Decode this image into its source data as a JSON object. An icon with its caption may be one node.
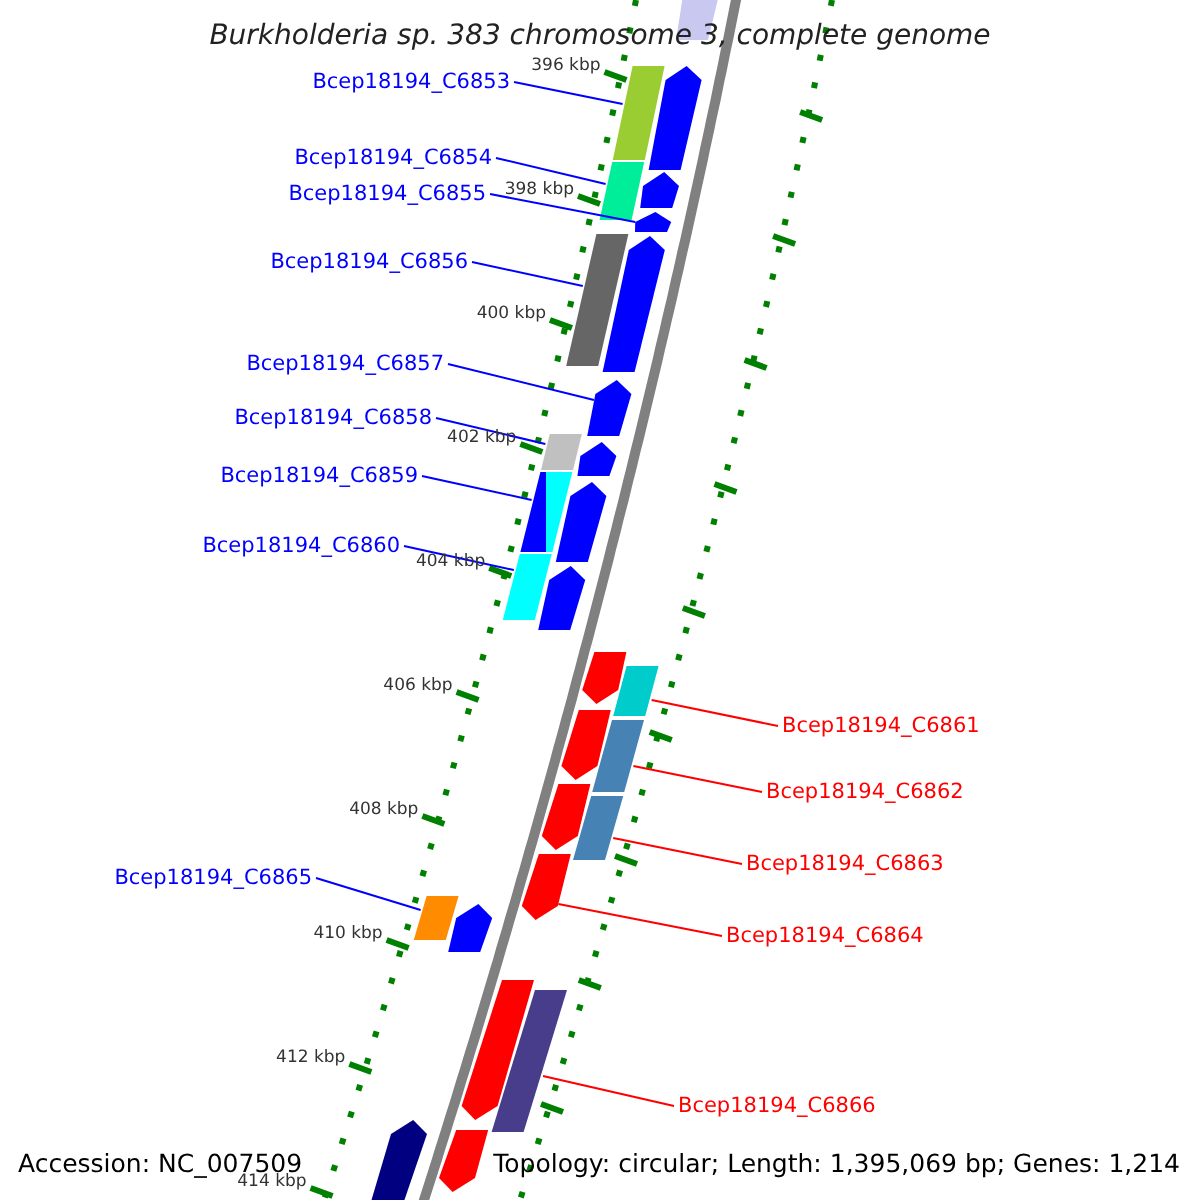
{
  "diagram": {
    "title": "Burkholderia sp. 383 chromosome 3, complete genome",
    "nodes": [
      {
        "text": [
          "Bcep18194_C6853"
        ]
      },
      {
        "text": [
          "Bcep18194_C6854"
        ]
      },
      {
        "text": [
          "Bcep18194_C6855"
        ]
      },
      {
        "text": [
          "Bcep18194_C6856"
        ]
      },
      {
        "text": [
          "Bcep18194_C6857"
        ]
      },
      {
        "text": [
          "Bcep18194_C6858"
        ]
      },
      {
        "text": [
          "Bcep18194_C6859"
        ]
      },
      {
        "text": [
          "Bcep18194_C6860"
        ]
      },
      {
        "text": [
          "Bcep18194_C6861"
        ]
      },
      {
        "text": [
          "Bcep18194_C6862"
        ]
      },
      {
        "text": [
          "Bcep18194_C6863"
        ]
      },
      {
        "text": [
          "Bcep18194_C6864"
        ]
      },
      {
        "text": [
          "Bcep18194_C6865"
        ]
      },
      {
        "text": [
          "Bcep18194_C6866"
        ]
      },
      {
        "text": [],
        "shape": "bar"
      },
      {
        "text": [],
        "shape": "bar"
      },
      {
        "text": [],
        "shape": "pentagon"
      },
      {
        "text": [],
        "shape": "bar"
      },
      {
        "text": [],
        "shape": "pentagon"
      },
      {
        "text": [],
        "shape": "bar"
      },
      {
        "text": [],
        "shape": "bar"
      },
      {
        "text": [],
        "shape": "bar"
      },
      {
        "text": [],
        "shape": "bar"
      },
      {
        "text": [],
        "shape": "bar"
      },
      {
        "text": [],
        "shape": "bar"
      },
      {
        "text": [],
        "shape": "pentagon"
      },
      {
        "text": [],
        "shape": "bar"
      },
      {
        "text": [],
        "shape": "bar"
      },
      {
        "text": [],
        "shape": "pentagon"
      },
      {
        "text": [],
        "shape": "pentagon"
      },
      {
        "text": [],
        "shape": "pentagon"
      },
      {
        "text": [],
        "shape": "pentagon"
      },
      {
        "text": [],
        "shape": "pentagon"
      },
      {
        "text": [],
        "shape": "pentagon"
      },
      {
        "text": [],
        "shape": "pentagon"
      },
      {
        "text": [],
        "shape": "pentagon"
      },
      {
        "text": [],
        "shape": "pentagon"
      },
      {
        "text": [],
        "shape": "pentagon"
      },
      {
        "text": [],
        "shape": "pentagon"
      },
      {
        "text": [],
        "shape": "pentagon"
      },
      {
        "text": [],
        "shape": "pentagon"
      },
      {
        "text": [],
        "shape": "pentagon"
      }
    ],
    "edges": [
      {
        "from": 0,
        "to": 14,
        "arrow": "none"
      },
      {
        "from": 1,
        "to": 15,
        "arrow": "none"
      },
      {
        "from": 2,
        "to": 16,
        "arrow": "none"
      },
      {
        "from": 3,
        "to": 17,
        "arrow": "none"
      },
      {
        "from": 4,
        "to": 18,
        "arrow": "none"
      },
      {
        "from": 5,
        "to": 19,
        "arrow": "none"
      },
      {
        "from": 6,
        "to": 20,
        "arrow": "none"
      },
      {
        "from": 7,
        "to": 21,
        "arrow": "none"
      },
      {
        "from": 8,
        "to": 22,
        "arrow": "none",
        "color": "#ff0000"
      },
      {
        "from": 9,
        "to": 23,
        "arrow": "none",
        "color": "#ff0000"
      },
      {
        "from": 10,
        "to": 24,
        "arrow": "none",
        "color": "#ff0000"
      },
      {
        "from": 11,
        "to": 25,
        "arrow": "none",
        "color": "#ff0000"
      },
      {
        "from": 12,
        "to": 26,
        "arrow": "none"
      },
      {
        "from": 13,
        "to": 27,
        "arrow": "none",
        "color": "#ff0000"
      }
    ],
    "labels": [
      "396 kbp",
      "398 kbp",
      "400 kbp",
      "402 kbp",
      "404 kbp",
      "406 kbp",
      "408 kbp",
      "410 kbp",
      "412 kbp",
      "414 kbp",
      "Accession: NC_007509",
      "Topology: circular; Length: 1,395,069 bp; Genes: 1,214"
    ]
  }
}
